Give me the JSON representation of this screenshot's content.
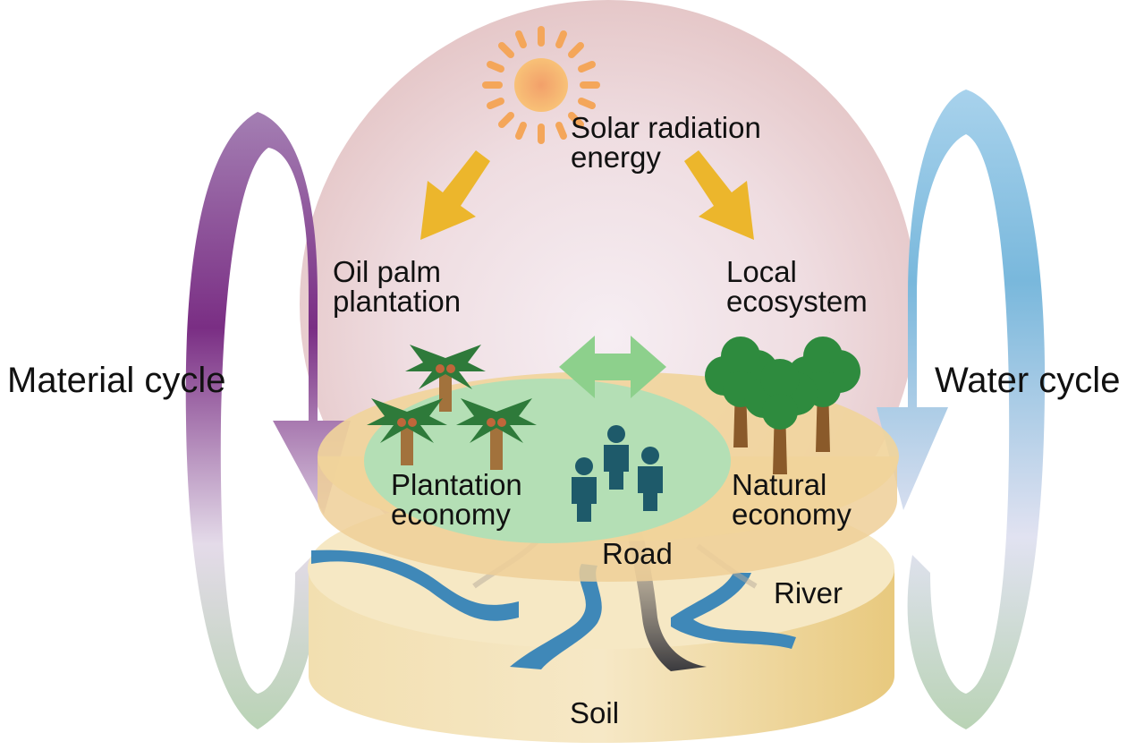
{
  "labels": {
    "solar": [
      "Solar radiation",
      "energy"
    ],
    "oil_palm": [
      "Oil palm",
      "plantation"
    ],
    "local_eco": [
      "Local",
      "ecosystem"
    ],
    "material_cycle": "Material cycle",
    "water_cycle": "Water cycle",
    "plantation_economy": [
      "Plantation",
      "economy"
    ],
    "natural_economy": [
      "Natural",
      "economy"
    ],
    "road": "Road",
    "river": "River",
    "soil": "Soil"
  },
  "colors": {
    "sun": "#f4a65a",
    "solar_arrow": "#ecb62c",
    "material_cycle": "#7a2e84",
    "water_cycle": "#79b8dc",
    "exchange_arrow": "#8dd08c",
    "people": "#1e5a6a",
    "river": "#3f88b8",
    "road": "#555555",
    "sphere": "#ead3d6",
    "plate_top": "#f1d49a",
    "soil_disc": "#f3e1b1",
    "green_field": "#b4dfb5"
  }
}
